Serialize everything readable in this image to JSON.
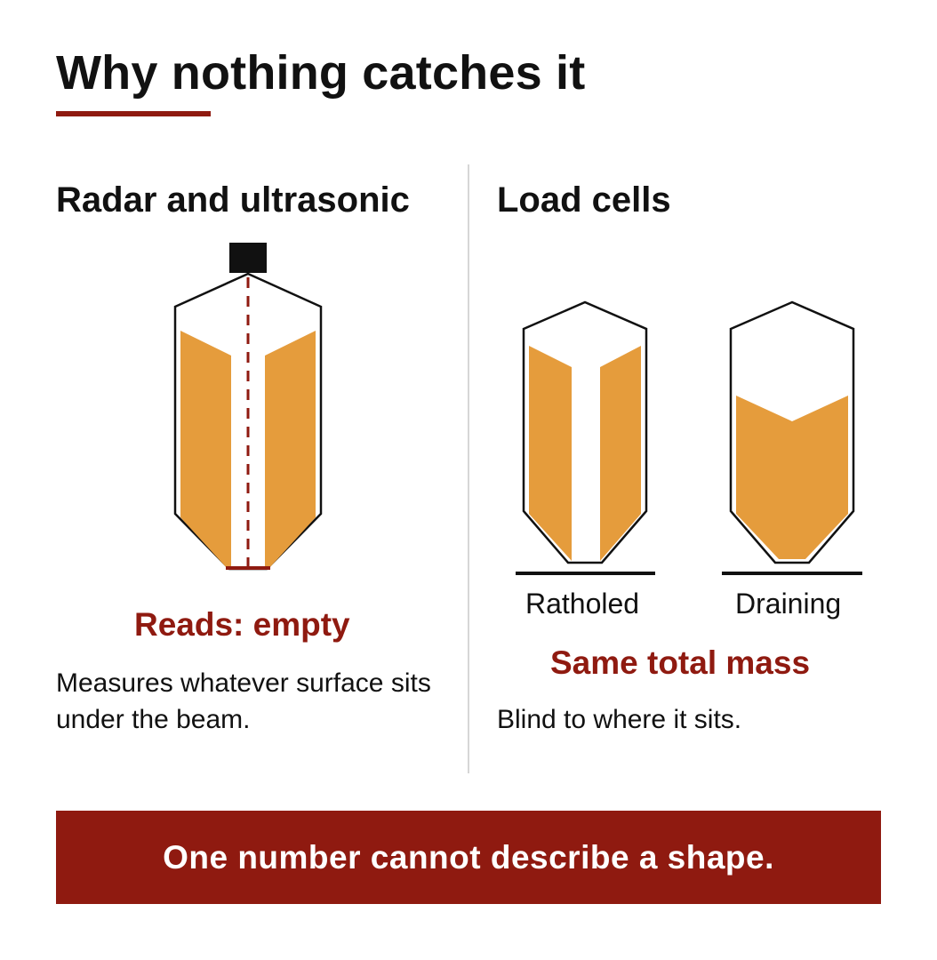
{
  "title": "Why nothing catches it",
  "colors": {
    "accent": "#8f1a10",
    "fill": "#e59c3c",
    "outline": "#111111",
    "divider": "#d6d6d6",
    "text": "#111111"
  },
  "left_panel": {
    "heading": "Radar and ultrasonic",
    "sensor_icon": "square-sensor-icon",
    "callout": "Reads: empty",
    "description": "Measures whatever surface sits under the beam."
  },
  "right_panel": {
    "heading": "Load cells",
    "silos": [
      {
        "label": "Ratholed"
      },
      {
        "label": "Draining"
      }
    ],
    "callout": "Same total mass",
    "description": "Blind to where it sits."
  },
  "banner": {
    "text": "One number cannot describe a shape."
  }
}
